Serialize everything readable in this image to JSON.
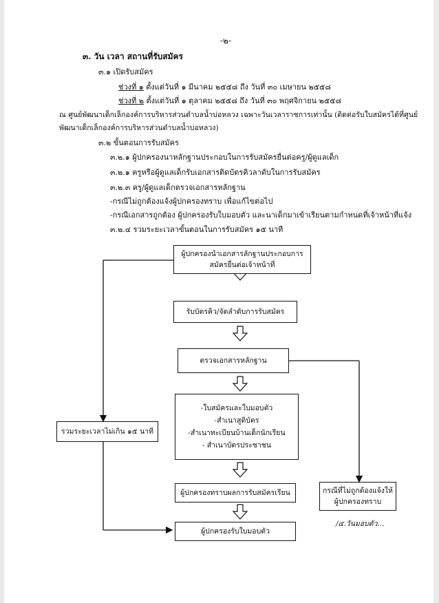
{
  "page_number": "-๒-",
  "section3": {
    "title": "๓. วัน  เวลา  สถานที่รับสมัคร",
    "s31": {
      "heading": "๓.๑  เปิดรับสมัคร",
      "period1_label": "ช่วงที่ ๑",
      "period1_text": " ตั้งแต่วันที่ ๑  มีนาคม ๒๕๕๘ ถึง วันที่ ๓๐ เมษายน  ๒๕๕๘",
      "period2_label": "ช่วงที่ ๒",
      "period2_text": " ตั้งแต่วันที่ ๑ ตุลาคม ๒๕๕๘ ถึง วันที่ ๓๐ พฤศจิกายน ๒๕๕๘",
      "location_line1": "ณ ศูนย์พัฒนาเด็กเล็กองค์การบริหารส่วนตำบลน้ำบ่อหลวง เฉพาะวันเวลาราชการเท่านั้น (ติดต่อรับใบสมัครได้ที่ศูนย์",
      "location_line2": "พัฒนาเด็กเล็กองค์การบริหารส่วนตำบลน้ำบ่อหลวง)"
    },
    "s32": {
      "heading": "๓.๒ ขั้นตอนการรับสมัคร",
      "steps": [
        "๓.๒.๑ ผู้ปกครองนาหลักฐานประกอบในการรับสมัครยื่นต่อครู/ผู้ดูแลเด็ก",
        "๓.๒.๑ ครูหรือผู้ดูแลเด็กรับเอกสารติดบัตรคิวลาดับในการรับสมัคร",
        "๓.๒.๓ ครู/ผู้ดูแลเด็กตรวจเอกสารหลักฐาน",
        "-กรณีไม่ถูกต้องแจ้งผู้ปกครองทราบ เพื่อแก้ไขต่อไป",
        "-กรณีเอกสารถูกต้อง ผู้ปกครองรับใบมอบตัว และนาเด็กมาเข้าเรียนตามกำหนดที่เจ้าหน้าที่แจ้ง",
        "๓.๒.๔ รวมระยะเวลาขั้นตอนในการรับสมัคร ๑๕ นาที"
      ]
    }
  },
  "flowchart": {
    "box1": [
      "ผู้ปกครองนำเอกสารลักฐานประกอบการ",
      "สมัครยื่นต่อเจ้าหน้าที่"
    ],
    "box2": [
      "รับบัตรคิว/จัดลำดับการรับสมัคร"
    ],
    "box3": [
      "ตรวจเอกสารหลักฐาน"
    ],
    "box4": [
      "-ใบสมัครและใบมอบตัว",
      "-สำเนาสูติบัตร",
      "-สำเนาทะเบียนบ้านเด็กนักเรียน",
      "- สำเนาบัตรประชาชน"
    ],
    "box5": [
      "ผู้ปกครองทราบผลการรับสมัครเรียน"
    ],
    "box6": [
      "ผู้ปกครองรับใบมอบตัว"
    ],
    "left_box": [
      "รวมระยะเวลาไม่เกิน ๑๕ นาที"
    ],
    "right_box": [
      "กรณีที่ไม่ถูกต้องแจ้งให้",
      "ผู้ปกครองทราบ"
    ]
  },
  "continuation_note": "/๔.วันมอบตัว..."
}
